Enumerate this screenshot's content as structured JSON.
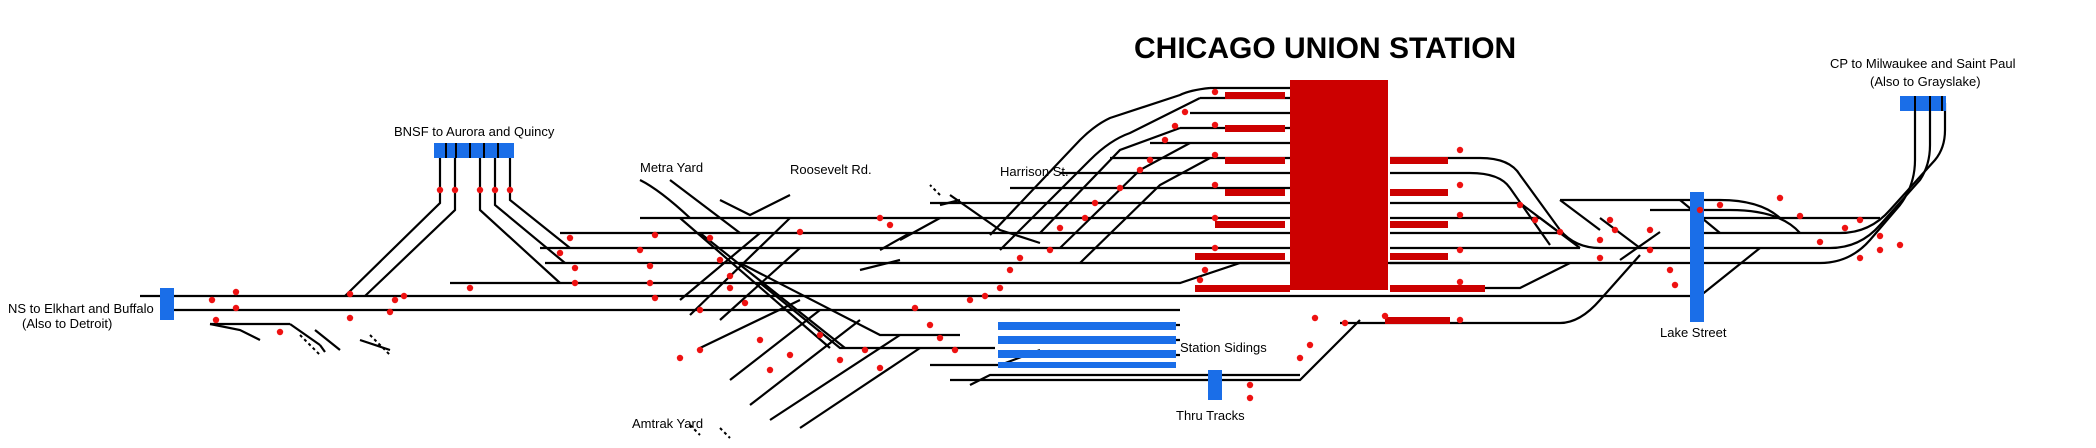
{
  "title": "CHICAGO UNION STATION",
  "labels": {
    "ns_line1": "NS to Elkhart and Buffalo",
    "ns_line2": "(Also to Detroit)",
    "bnsf": "BNSF to Aurora and Quincy",
    "metra_yard": "Metra Yard",
    "roosevelt": "Roosevelt Rd.",
    "harrison": "Harrison St.",
    "amtrak_yard": "Amtrak Yard",
    "station_sidings": "Station Sidings",
    "thru_tracks": "Thru Tracks",
    "lake_street": "Lake Street",
    "cp_line1": "CP to Milwaukee and Saint Paul",
    "cp_line2": "(Also to Grayslake)"
  },
  "colors": {
    "track": "#000000",
    "signal": "#ee1111",
    "platform": "#cc0000",
    "station_block": "#cc0000",
    "exit_marker": "#1a6ee8",
    "sidings": "#1a6ee8"
  }
}
